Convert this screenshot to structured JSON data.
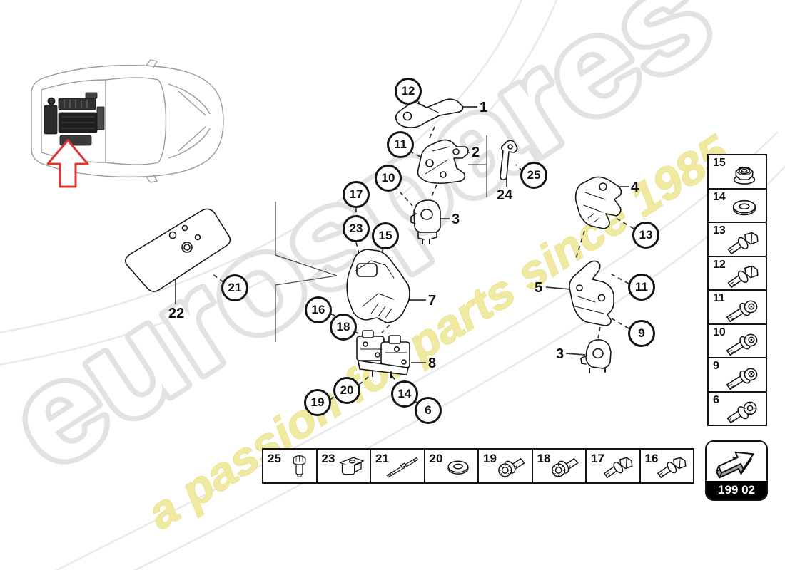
{
  "watermark": {
    "brand": "eurospares",
    "tagline": "a passion for parts since 1985",
    "brand_outline_color": "#e2e2e2",
    "tagline_color": "#efe9a2"
  },
  "colors": {
    "arrow_red": "#e23333",
    "line": "#161616"
  },
  "diagram": {
    "callouts": [
      {
        "n": "12"
      },
      {
        "n": "11"
      },
      {
        "n": "10"
      },
      {
        "n": "17"
      },
      {
        "n": "23"
      },
      {
        "n": "15"
      },
      {
        "n": "16"
      },
      {
        "n": "18"
      },
      {
        "n": "19"
      },
      {
        "n": "20"
      },
      {
        "n": "14"
      },
      {
        "n": "6"
      },
      {
        "n": "25"
      },
      {
        "n": "13"
      },
      {
        "n": "11"
      },
      {
        "n": "9"
      },
      {
        "n": "21"
      }
    ],
    "part_labels": [
      {
        "n": "1"
      },
      {
        "n": "2"
      },
      {
        "n": "3"
      },
      {
        "n": "7"
      },
      {
        "n": "8"
      },
      {
        "n": "4"
      },
      {
        "n": "5"
      },
      {
        "n": "3"
      },
      {
        "n": "24"
      },
      {
        "n": "22"
      }
    ]
  },
  "sidebar": {
    "items": [
      {
        "number": "15",
        "icon": "flange-nut"
      },
      {
        "number": "14",
        "icon": "washer"
      },
      {
        "number": "13",
        "icon": "hex-flange-bolt"
      },
      {
        "number": "12",
        "icon": "hex-flange-bolt"
      },
      {
        "number": "11",
        "icon": "socket-head-bolt"
      },
      {
        "number": "10",
        "icon": "socket-head-bolt"
      },
      {
        "number": "9",
        "icon": "socket-head-bolt"
      },
      {
        "number": "6",
        "icon": "torx-flange-bolt"
      }
    ]
  },
  "bottom_strip": {
    "items": [
      {
        "number": "25",
        "icon": "spline-plug-bolt"
      },
      {
        "number": "23",
        "icon": "cage-nut"
      },
      {
        "number": "21",
        "icon": "threaded-rod"
      },
      {
        "number": "20",
        "icon": "washer"
      },
      {
        "number": "19",
        "icon": "spline-head-bolt"
      },
      {
        "number": "18",
        "icon": "spline-head-bolt"
      },
      {
        "number": "17",
        "icon": "hex-flange-bolt"
      },
      {
        "number": "16",
        "icon": "hex-flange-bolt"
      }
    ]
  },
  "code_box": {
    "code": "199 02"
  }
}
